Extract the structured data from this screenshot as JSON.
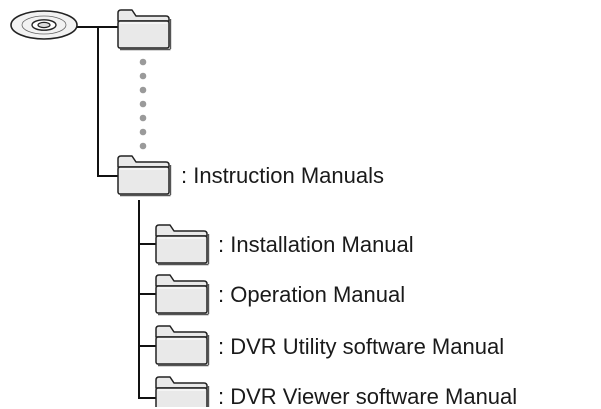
{
  "colors": {
    "line": "#111111",
    "folder_fill": "#e9e9e9",
    "folder_stroke": "#222222",
    "dots": "#9a9a9a",
    "disc_fill": "#f2f2f2"
  },
  "icons": {
    "root": "cd-disc-icon",
    "folder": "folder-icon"
  },
  "tree": {
    "root_folder_label": "",
    "parent": {
      "label": ": Instruction Manuals"
    },
    "children": [
      {
        "label": ": Installation Manual"
      },
      {
        "label": ": Operation Manual"
      },
      {
        "label": ": DVR Utility software Manual"
      },
      {
        "label": ": DVR Viewer software Manual"
      }
    ]
  }
}
